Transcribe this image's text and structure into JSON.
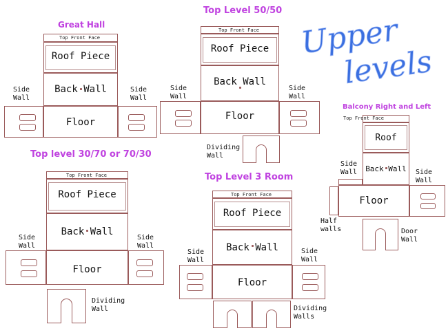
{
  "sections": {
    "great_hall": {
      "title": "Great Hall",
      "top_face": "Top Front Face",
      "roof": "Roof Piece",
      "back": "Back Wall",
      "floor": "Floor",
      "left_side": "Side\nWall",
      "right_side": "Side\nWall"
    },
    "top_50": {
      "title": "Top Level 50/50",
      "top_face": "Top Front Face",
      "roof": "Roof Piece",
      "back": "Back Wall",
      "floor": "Floor",
      "left_side": "Side\nWall",
      "right_side": "Side\nWall",
      "divider": "Dividing\nWall"
    },
    "top_30": {
      "title": "Top level 30/70 or 70/30",
      "top_face": "Top Front Face",
      "roof": "Roof Piece",
      "back": "Back Wall",
      "floor": "Floor",
      "left_side": "Side\nWall",
      "right_side": "Side\nWall",
      "divider": "Dividing\nWall"
    },
    "top_3room": {
      "title": "Top Level 3 Room",
      "top_face": "Top Front Face",
      "roof": "Roof Piece",
      "back": "Back Wall",
      "floor": "Floor",
      "left_side": "Side\nWall",
      "right_side": "Side\nWall",
      "divider": "Dividing\nWalls"
    },
    "balcony": {
      "title": "Balcony Right and Left",
      "top_face": "Top Front Face",
      "roof": "Roof",
      "back": "Back Wall",
      "floor": "Floor",
      "left_side": "Side\nWall",
      "right_side": "Side\nWall",
      "half": "Half\nwalls",
      "door": "Door\nWall"
    }
  },
  "heading": "Upper levels",
  "colors": {
    "title": "#c043e0",
    "heading": "#3a6fe0",
    "line": "#9a5a5a"
  }
}
